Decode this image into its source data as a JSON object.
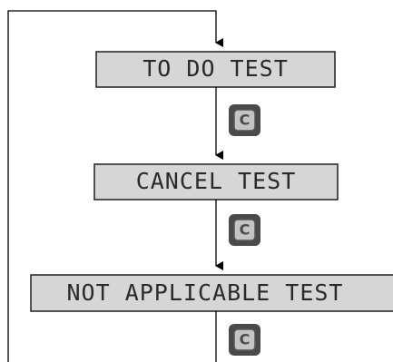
{
  "diagram": {
    "steps": [
      {
        "label": "TO DO TEST"
      },
      {
        "label": "CANCEL TEST"
      },
      {
        "label": "NOT APPLICABLE TEST"
      }
    ],
    "key_label": "C",
    "colors": {
      "display_fill": "#d6d6d6",
      "display_border": "#1e1e1e",
      "text": "#2a2a2a",
      "key_outer": "#4a4a4a",
      "key_inner": "#c4c4c4",
      "key_border": "#555555",
      "arrow": "#000000"
    }
  }
}
